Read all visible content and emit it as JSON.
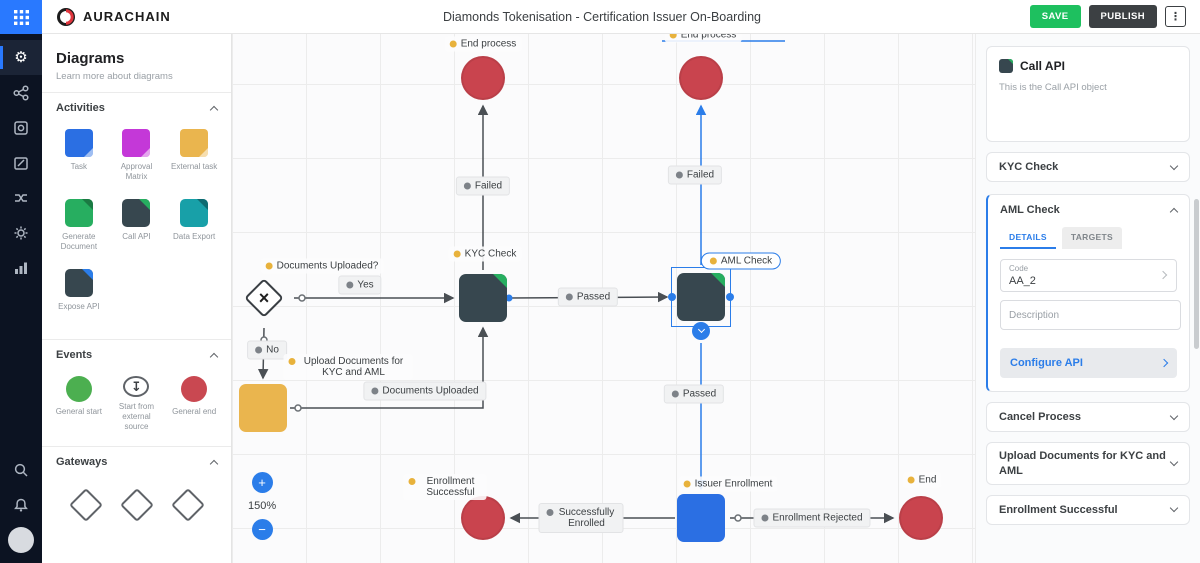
{
  "colors": {
    "accent_blue": "#2b7de9",
    "save_green": "#1ec05f",
    "publish_dark": "#3c4043",
    "end_red": "#c9444e",
    "task_blue": "#2b6fe3",
    "approval_purple": "#c438d8",
    "external_yellow": "#eab54e",
    "doc_dark": "#37474f",
    "generate_green": "#27ae60",
    "export_teal": "#18a0a8",
    "start_green": "#4caf50"
  },
  "header": {
    "brand": "AURACHAIN",
    "title": "Diamonds Tokenisation - Certification Issuer On-Boarding",
    "save": "SAVE",
    "publish": "PUBLISH",
    "kebab": "⋮"
  },
  "palette": {
    "title": "Diagrams",
    "subtitle": "Learn more about diagrams",
    "activities_label": "Activities",
    "activities": [
      {
        "label": "Task"
      },
      {
        "label": "Approval Matrix"
      },
      {
        "label": "External task"
      },
      {
        "label": "Generate Document"
      },
      {
        "label": "Call API"
      },
      {
        "label": "Data Export"
      },
      {
        "label": "Expose API"
      }
    ],
    "events_label": "Events",
    "events": [
      {
        "label": "General start"
      },
      {
        "label": "Start from external source"
      },
      {
        "label": "General end"
      }
    ],
    "gateways_label": "Gateways"
  },
  "canvas": {
    "zoom_level": "150%",
    "zoom_in": "+",
    "zoom_out": "−",
    "labels": {
      "end_process_1": "End process",
      "end_process_2": "End process",
      "failed_1": "Failed",
      "failed_2": "Failed",
      "documents_uploaded_q": "Documents Uploaded?",
      "yes": "Yes",
      "kyc_check": "KYC Check",
      "passed_1": "Passed",
      "aml_check": "AML Check",
      "no": "No",
      "upload_documents": "Upload Documents for KYC and AML",
      "documents_uploaded": "Documents Uploaded",
      "passed_2": "Passed",
      "enrollment_successful": "Enrollment Successful",
      "successfully_enrolled": "Successfully Enrolled",
      "issuer_enrollment": "Issuer Enrollment",
      "enrollment_rejected": "Enrollment Rejected",
      "end": "End"
    }
  },
  "inspector": {
    "selected": {
      "title": "Call API",
      "description": "This is the Call API object"
    },
    "sections": [
      {
        "label": "KYC Check"
      },
      {
        "label": "AML Check"
      },
      {
        "label": "Cancel Process"
      },
      {
        "label": "Upload Documents for KYC and AML"
      },
      {
        "label": "Enrollment Successful"
      }
    ],
    "aml_details": {
      "tab_details": "DETAILS",
      "tab_targets": "TARGETS",
      "code_label": "Code",
      "code_value": "AA_2",
      "description_placeholder": "Description",
      "configure_label": "Configure API"
    }
  }
}
